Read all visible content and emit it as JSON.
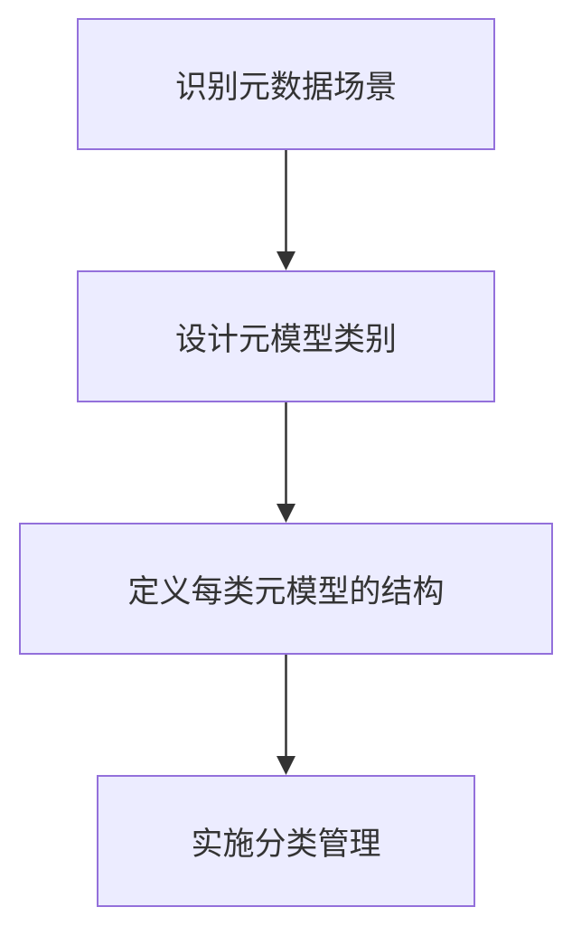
{
  "colors": {
    "node_fill": "#ececff",
    "node_border": "#9370db",
    "text": "#333333",
    "edge": "#333333"
  },
  "flow": {
    "direction": "top-to-bottom",
    "nodes": [
      {
        "id": "n1",
        "label": "识别元数据场景"
      },
      {
        "id": "n2",
        "label": "设计元模型类别"
      },
      {
        "id": "n3",
        "label": "定义每类元模型的结构"
      },
      {
        "id": "n4",
        "label": "实施分类管理"
      }
    ],
    "edges": [
      {
        "from": "n1",
        "to": "n2"
      },
      {
        "from": "n2",
        "to": "n3"
      },
      {
        "from": "n3",
        "to": "n4"
      }
    ]
  }
}
